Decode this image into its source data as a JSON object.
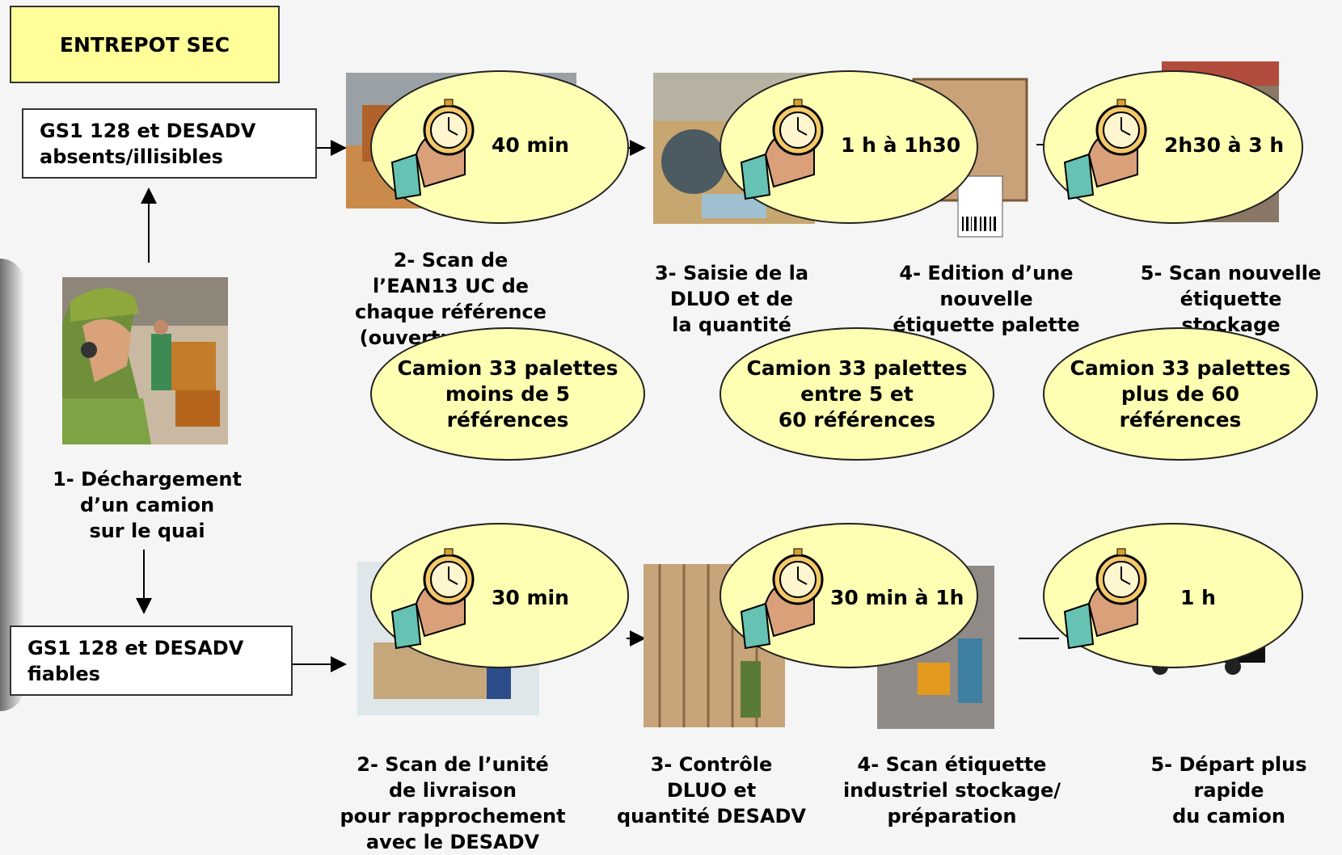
{
  "title": "ENTREPOT SEC",
  "box_top": "GS1 128 et DESADV\nabsents/illisibles",
  "box_bottom": "GS1 128 et DESADV\nfiables",
  "step1": "1- Déchargement\nd’un camion\n  sur le quai",
  "top_steps": [
    "2- Scan de\nl’EAN13 UC de\nchaque référence\n(ouverture colis)",
    "3- Saisie de la\nDLUO et de\nla quantité",
    "4- Edition d’une\nnouvelle\nétiquette palette",
    "5- Scan nouvelle\nétiquette\nstockage"
  ],
  "top_timers": [
    "40 min",
    "1 h à 1h30",
    "2h30 à 3 h"
  ],
  "trucks": [
    "Camion 33 palettes\nmoins de 5\n références",
    "Camion 33 palettes\nentre 5 et\n60 références",
    "Camion 33 palettes\nplus de 60\nréférences"
  ],
  "bottom_timers": [
    "30 min",
    "30 min à 1h",
    "1 h"
  ],
  "bottom_steps": [
    "2- Scan de l’unité\nde livraison\npour rapprochement\navec le DESADV",
    "3- Contrôle\nDLUO et\nquantité DESADV",
    "4- Scan étiquette\nindustriel stockage/\npréparation",
    "5- Départ plus\nrapide\ndu  camion"
  ],
  "icons": [
    "stopwatch-hand-icon",
    "worker-clipart",
    "warehouse-clipart",
    "pallet-clipart",
    "truck-clipart"
  ]
}
